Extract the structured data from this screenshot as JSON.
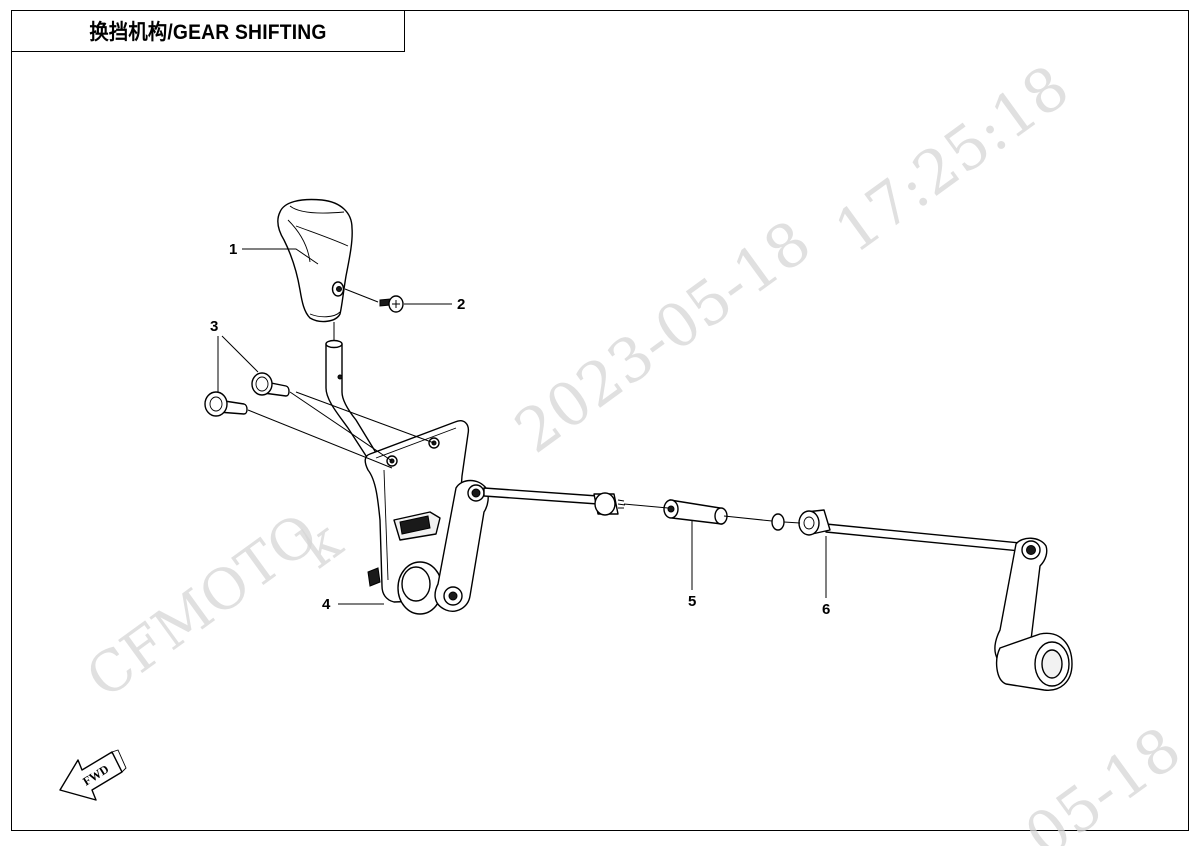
{
  "title": "换挡机构/GEAR SHIFTING",
  "watermark": {
    "date": "2023-05-18",
    "time": "17:25:18",
    "brand": "CFMOTO",
    "partial_text": "k",
    "date_fragment": "05-18"
  },
  "fwd_label": "FWD",
  "callouts": [
    {
      "id": "1",
      "label": "1"
    },
    {
      "id": "2",
      "label": "2"
    },
    {
      "id": "3",
      "label": "3"
    },
    {
      "id": "4",
      "label": "4"
    },
    {
      "id": "5",
      "label": "5"
    },
    {
      "id": "6",
      "label": "6"
    }
  ],
  "colors": {
    "line": "#000000",
    "background": "#ffffff",
    "watermark": "#d6d6d6"
  }
}
